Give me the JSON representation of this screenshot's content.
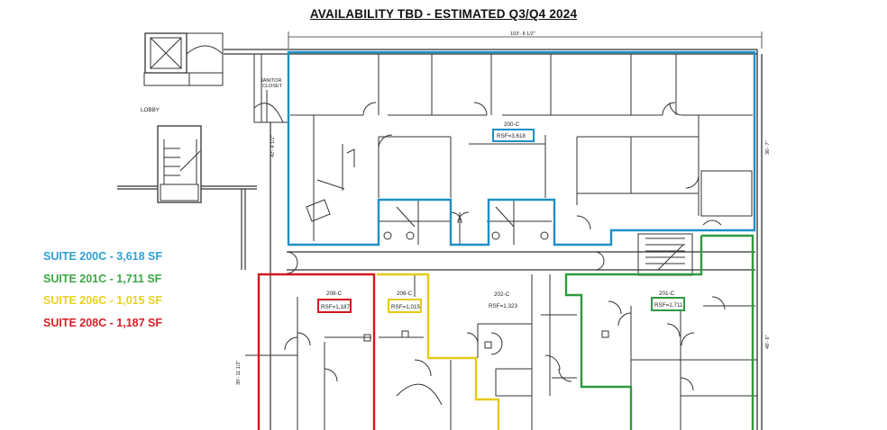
{
  "title": "AVAILABILITY TBD - ESTIMATED Q3/Q4 2024",
  "legend": [
    {
      "label": "SUITE 200C - 3,618 SF",
      "color": "#2f9fd4"
    },
    {
      "label": "SUITE 201C - 1,711 SF",
      "color": "#3aa844"
    },
    {
      "label": "SUITE 206C - 1,015 SF",
      "color": "#e8d21f"
    },
    {
      "label": "SUITE 208C - 1,187 SF",
      "color": "#d81f26"
    }
  ],
  "suites": {
    "s200c": {
      "name": "200-C",
      "rsf": "RSF=3,618",
      "color": "#1f8fc7"
    },
    "s201c": {
      "name": "201-C",
      "rsf": "RSF=1,711",
      "color": "#2f9a3c"
    },
    "s206c": {
      "name": "206-C",
      "rsf": "RSF=1,015",
      "color": "#e6c919"
    },
    "s208c": {
      "name": "208-C",
      "rsf": "RSF=1,187",
      "color": "#d1191f"
    },
    "s202c": {
      "name": "202-C",
      "rsf": "RSF=1,323"
    }
  },
  "labels": {
    "lobby": "LOBBY",
    "janitor_line1": "JANITOR",
    "janitor_line2": "CLOSET",
    "dim_top": "103'- 8 1/2\"",
    "dim_left_upper": "42'- 4 1/2\"",
    "dim_right_upper": "36'- 7\"",
    "dim_right_lower": "48'- 6\"",
    "dim_left_lower": "39'- 11 1/2\""
  }
}
